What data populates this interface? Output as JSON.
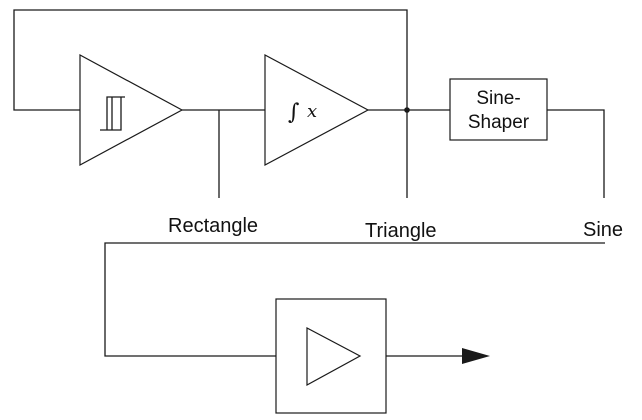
{
  "labels": {
    "rectangle": "Rectangle",
    "triangle": "Triangle",
    "sine": "Sine"
  },
  "sine_shaper": {
    "line1": "Sine-",
    "line2": "Shaper"
  },
  "integrator": {
    "symbol": "∫",
    "variable": "x"
  },
  "icons": {
    "comparator": "schmitt-trigger-icon",
    "output_buffer": "buffer-amplifier-icon",
    "output_arrow": "arrow-right-icon"
  },
  "colors": {
    "stroke": "#1a1a1a",
    "text": "#111111",
    "background": "#ffffff"
  }
}
